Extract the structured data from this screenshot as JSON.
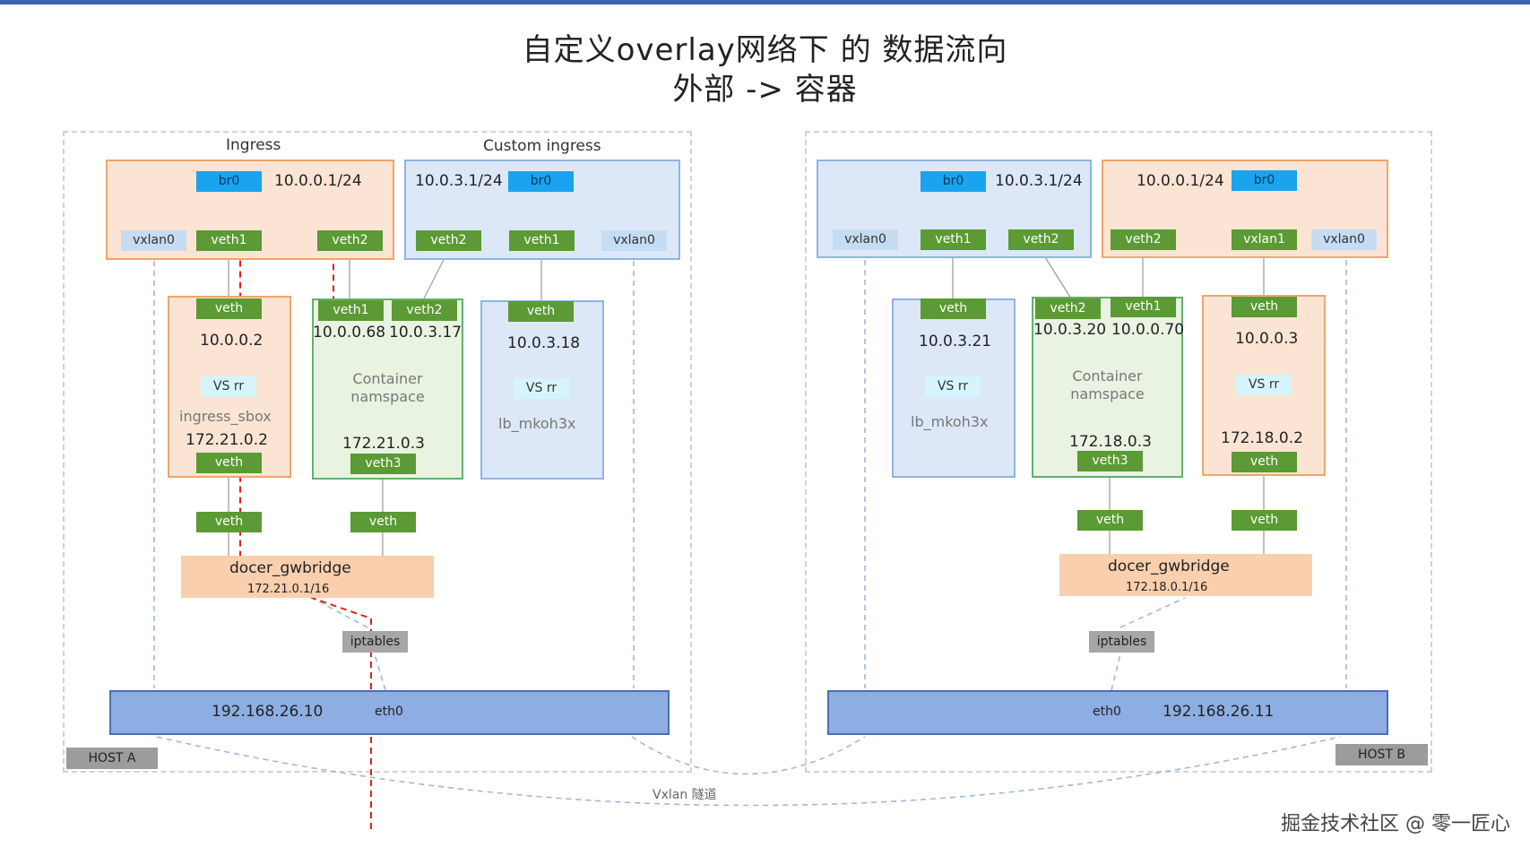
{
  "title": {
    "line1": "自定义overlay网络下 的 数据流向",
    "line2": "外部  ->  容器"
  },
  "host_a": {
    "label": "HOST  A",
    "ingress": {
      "group_label": "Ingress",
      "br0": "br0",
      "subnet": "10.0.0.1/24",
      "vxlan": "vxlan0",
      "veth1": "veth1",
      "veth2": "veth2"
    },
    "custom": {
      "group_label": "Custom ingress",
      "subnet": "10.0.3.1/24",
      "br0": "br0",
      "veth2": "veth2",
      "veth1": "veth1",
      "vxlan": "vxlan0"
    },
    "sbox": {
      "veth_top": "veth",
      "ip": "10.0.0.2",
      "vs": "VS rr",
      "name": "ingress_sbox",
      "ip2": "172.21.0.2",
      "veth_bottom": "veth"
    },
    "container": {
      "veth1": "veth1",
      "veth2": "veth2",
      "ip1": "10.0.0.68",
      "ip2": "10.0.3.17",
      "name": "Container\nnamspace",
      "ip3": "172.21.0.3",
      "veth3": "veth3"
    },
    "lb": {
      "veth": "veth",
      "ip": "10.0.3.18",
      "vs": "VS rr",
      "name": "lb_mkoh3x"
    },
    "veth_a": "veth",
    "veth_b": "veth",
    "gwbridge": {
      "name": "docer_gwbridge",
      "subnet": "172.21.0.1/16"
    },
    "iptables": "iptables",
    "eth": {
      "ip": "192.168.26.10",
      "name": "eth0"
    }
  },
  "host_b": {
    "label": "HOST  B",
    "custom": {
      "br0": "br0",
      "subnet": "10.0.3.1/24",
      "vxlan": "vxlan0",
      "veth1": "veth1",
      "veth2": "veth2"
    },
    "ingress": {
      "subnet": "10.0.0.1/24",
      "br0": "br0",
      "veth2": "veth2",
      "vxlan1": "vxlan1",
      "vxlan0": "vxlan0"
    },
    "lb": {
      "veth": "veth",
      "ip": "10.0.3.21",
      "vs": "VS rr",
      "name": "lb_mkoh3x"
    },
    "container": {
      "veth2": "veth2",
      "veth1": "veth1",
      "ip1": "10.0.3.20",
      "ip2": "10.0.0.70",
      "name": "Container\nnamspace",
      "ip3": "172.18.0.3",
      "veth3": "veth3"
    },
    "sbox": {
      "veth_top": "veth",
      "ip": "10.0.0.3",
      "vs": "VS rr",
      "ip2": "172.18.0.2",
      "veth_bottom": "veth"
    },
    "veth_a": "veth",
    "veth_b": "veth",
    "gwbridge": {
      "name": "docer_gwbridge",
      "subnet": "172.18.0.1/16"
    },
    "iptables": "iptables",
    "eth": {
      "name": "eth0",
      "ip": "192.168.26.11"
    }
  },
  "tunnel_label": "Vxlan 隧道",
  "watermark": "掘金技术社区 @ 零一匠心",
  "colors": {
    "br0": "#1aa3ee",
    "veth": "#5b9a34",
    "orange_fill": "#fbe4d3",
    "blue_fill": "#dce8f7",
    "eth_bar": "#8eaee3",
    "flow_path": "#e0201b"
  }
}
